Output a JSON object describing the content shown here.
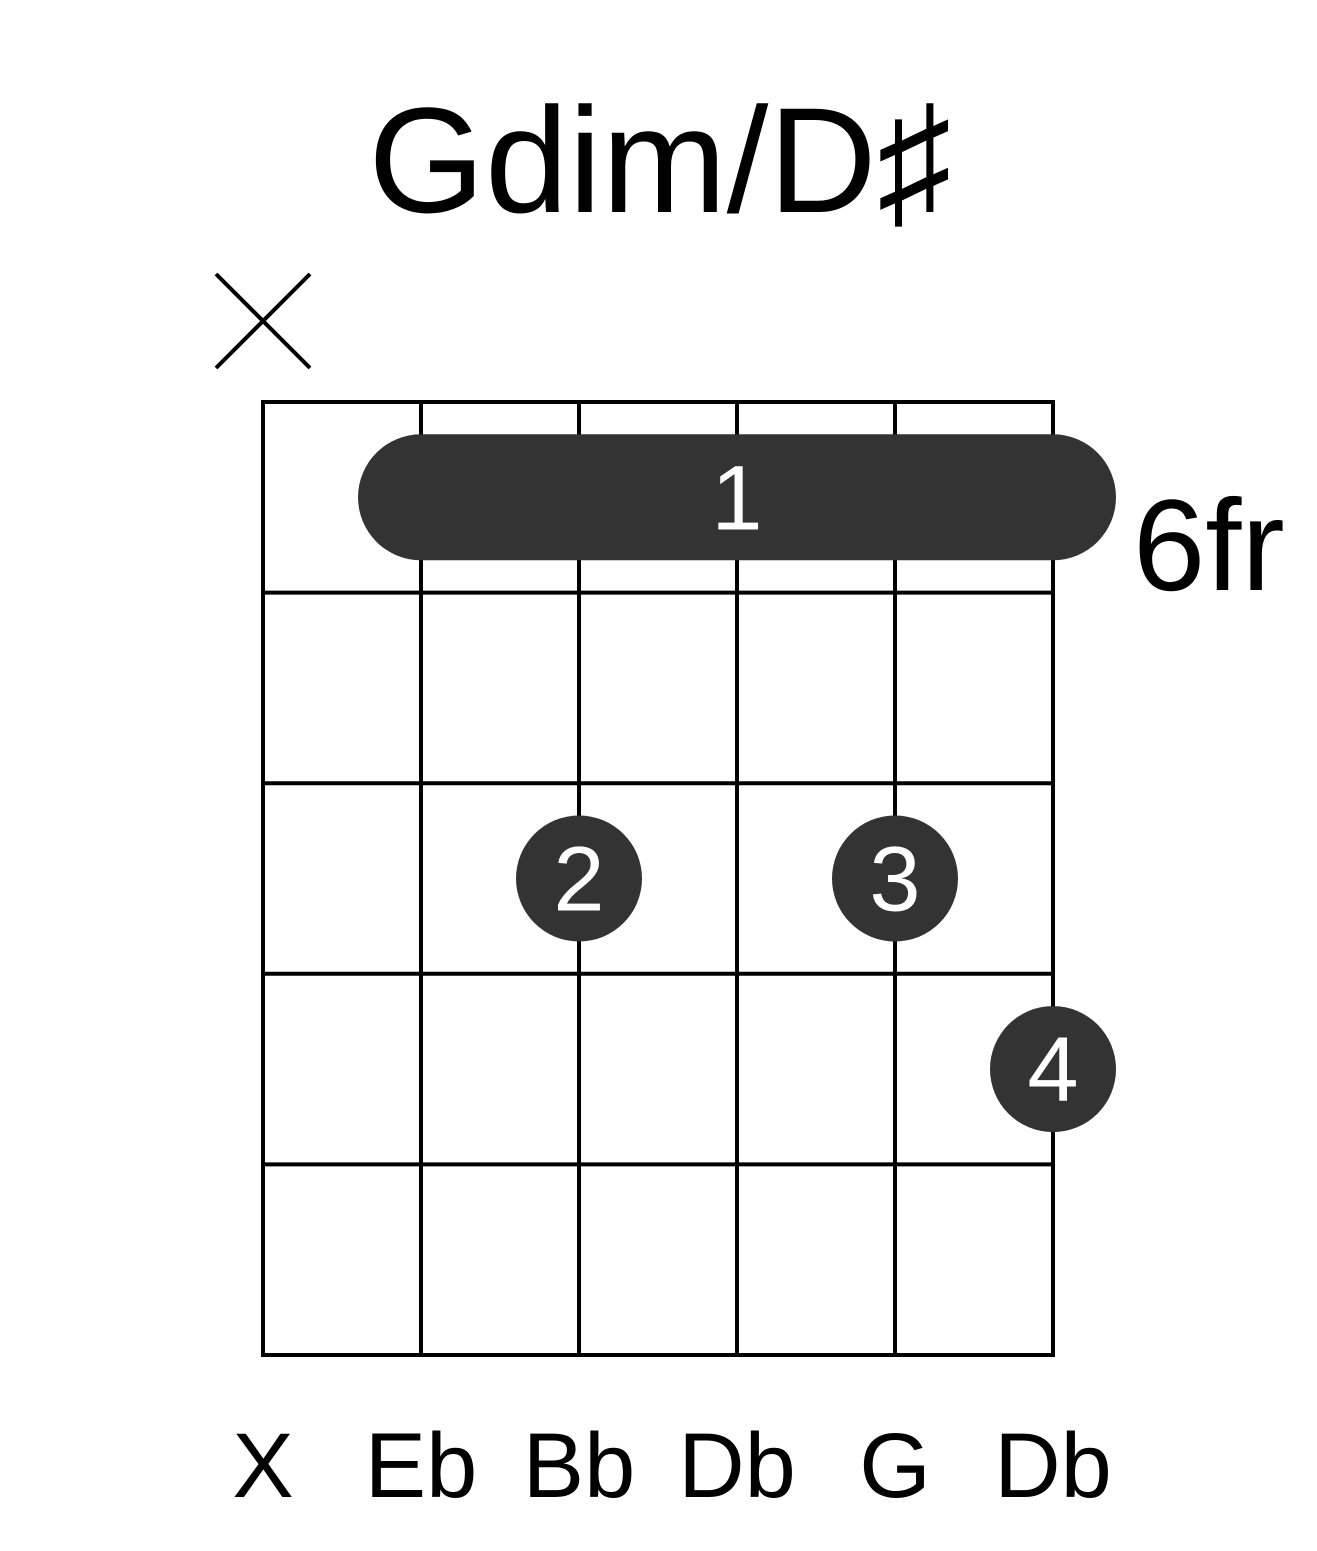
{
  "chord": {
    "name": "Gdim/D♯",
    "start_fret_label": "6fr"
  },
  "strings": [
    {
      "note": "X",
      "state": "muted"
    },
    {
      "note": "Eb",
      "state": "fretted"
    },
    {
      "note": "Bb",
      "state": "fretted"
    },
    {
      "note": "Db",
      "state": "fretted"
    },
    {
      "note": "G",
      "state": "fretted"
    },
    {
      "note": "Db",
      "state": "fretted"
    }
  ],
  "frets_shown": 5,
  "barre": {
    "fret": 1,
    "from_string": 2,
    "to_string": 6,
    "finger": "1"
  },
  "dots": [
    {
      "string": 3,
      "fret": 3,
      "finger": "2"
    },
    {
      "string": 5,
      "fret": 3,
      "finger": "3"
    },
    {
      "string": 6,
      "fret": 4,
      "finger": "4"
    }
  ],
  "colors": {
    "dot": "#333333",
    "dot_text": "#ffffff",
    "line": "#000000",
    "background": "#ffffff"
  }
}
